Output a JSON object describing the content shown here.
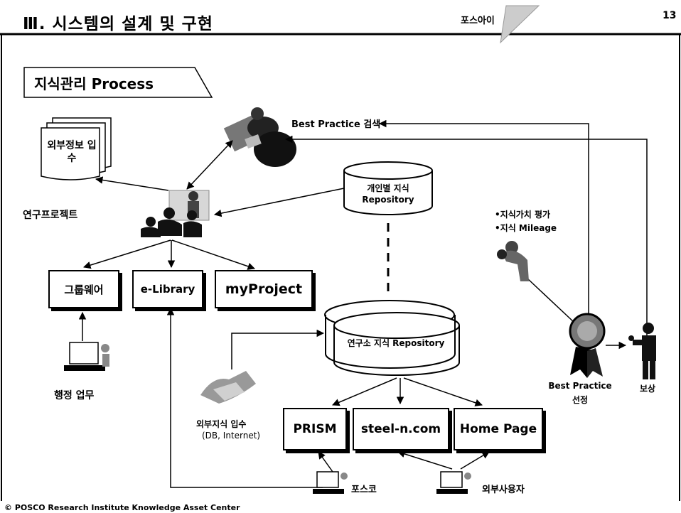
{
  "header": {
    "title": "Ⅲ. 시스템의 설계 및 구현",
    "brand": "포스아이",
    "page_number": "13"
  },
  "section_title": "지식관리 Process",
  "nodes": {
    "external_info": "외부정보 입수",
    "research_project": "연구프로젝트",
    "best_practice_search": "Best Practice 검색",
    "personal_repo": "개인별 지식 Repository",
    "lab_repo": "연구소 지식 Repository",
    "evaluation_1": "•지식가치 평가",
    "evaluation_2": "•지식 Mileage",
    "groupware": "그룹웨어",
    "elibrary": "e-Library",
    "myproject": "myProject",
    "admin_work": "행정 업무",
    "external_knowledge": "외부지식 입수",
    "external_knowledge_sub": "(DB, Internet)",
    "prism": "PRISM",
    "steel": "steel-n.com",
    "homepage": "Home Page",
    "best_practice_select_1": "Best Practice",
    "best_practice_select_2": "선정",
    "reward": "보상",
    "posco": "포스코",
    "external_user": "외부사용자"
  },
  "footer": "© POSCO Research Institute Knowledge Asset Center"
}
